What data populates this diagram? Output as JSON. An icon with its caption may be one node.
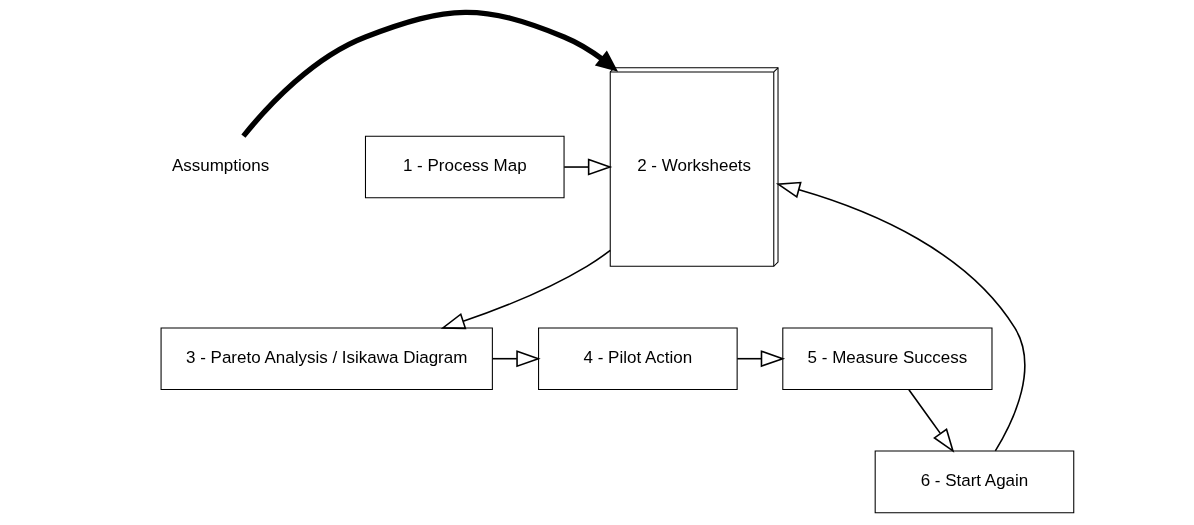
{
  "diagram": {
    "nodes": [
      {
        "text": [
          "Assumptions"
        ]
      },
      {
        "text": [
          "2 - Worksheets"
        ]
      },
      {
        "text": [
          "1 - Process Map"
        ]
      },
      {
        "text": [
          "6 - Start Again"
        ]
      },
      {
        "text": [
          "3 - Pareto Analysis / Isikawa Diagram"
        ]
      },
      {
        "text": [
          "4 - Pilot Action"
        ]
      },
      {
        "text": [
          "5 - Measure Success"
        ]
      }
    ],
    "edges": [
      {
        "from": 0,
        "to": 1,
        "arrow": "to",
        "style": "thick"
      },
      {
        "from": 2,
        "to": 1,
        "arrow": "to"
      },
      {
        "from": 1,
        "to": 4,
        "arrow": "to"
      },
      {
        "from": 4,
        "to": 5,
        "arrow": "to"
      },
      {
        "from": 5,
        "to": 6,
        "arrow": "to"
      },
      {
        "from": 6,
        "to": 3,
        "arrow": "to"
      },
      {
        "from": 3,
        "to": 1,
        "arrow": "to"
      }
    ]
  }
}
